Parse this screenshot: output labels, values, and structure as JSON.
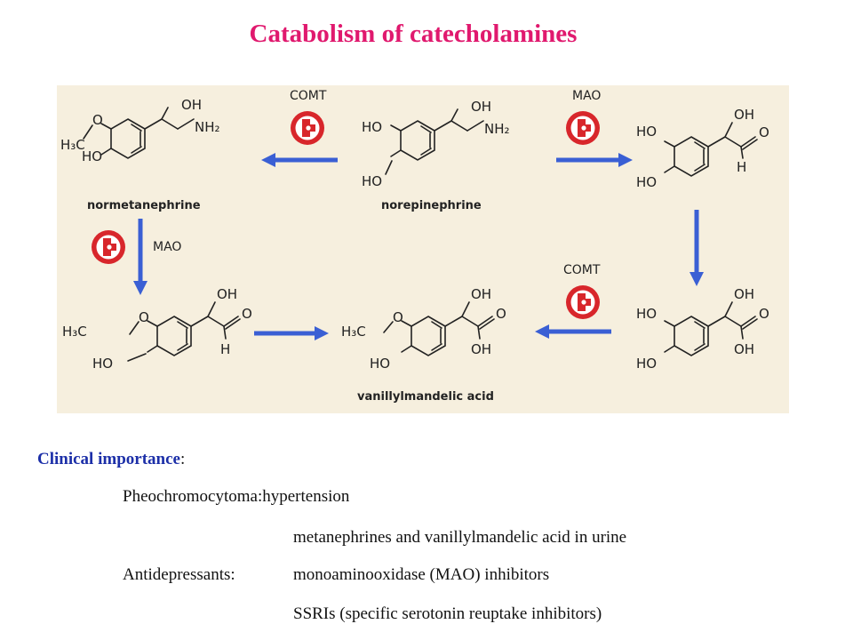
{
  "title": "Catabolism of catecholamines",
  "figure": {
    "background_color": "#f6efde",
    "arrow_color": "#3a5fd4",
    "inhibitor_color": "#d8262b",
    "enzymes": {
      "comt": "COMT",
      "mao": "MAO"
    },
    "molecules": {
      "normetanephrine": "normetanephrine",
      "norepinephrine": "norepinephrine",
      "vanillylmandelic_acid": "vanillylmandelic acid"
    },
    "atoms": {
      "oh": "OH",
      "ho": "HO",
      "nh2": "NH₂",
      "h3c": "H₃C",
      "o": "O",
      "h": "H"
    }
  },
  "clinical": {
    "heading": "Clinical importance",
    "colon": ":",
    "rows": [
      {
        "left": "Pheochromocytoma:hypertension",
        "right": ""
      },
      {
        "left": "",
        "right": "metanephrines and vanillylmandelic acid in urine"
      },
      {
        "left": "Antidepressants:",
        "right": "monoaminooxidase (MAO) inhibitors"
      },
      {
        "left": "",
        "right": "SSRIs (specific serotonin reuptake inhibitors)"
      }
    ]
  }
}
